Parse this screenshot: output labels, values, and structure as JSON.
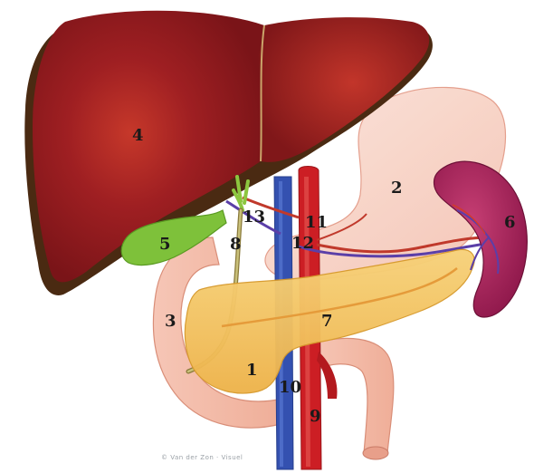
{
  "labels": {
    "pancreas_head": "1",
    "stomach": "2",
    "duodenum": "3",
    "liver": "4",
    "gallbladder": "5",
    "spleen": "6",
    "pancreas_body": "7",
    "common_bile_duct": "8",
    "aorta": "9",
    "vena_cava": "10",
    "celiac_artery": "11",
    "portal_vein": "12",
    "hepatic_duct": "13"
  },
  "copyright": "© Van der Zon · Visuel",
  "colors": {
    "liver": "#8e1a1d",
    "liver_edge": "#4a2a12",
    "stomach": "#f6cfc4",
    "pancreas": "#f2c15a",
    "spleen": "#9c1f55",
    "gallbladder": "#7ec13a",
    "aorta": "#cc1e24",
    "vena_cava": "#3451b0",
    "duodenum": "#f3b8a6"
  }
}
